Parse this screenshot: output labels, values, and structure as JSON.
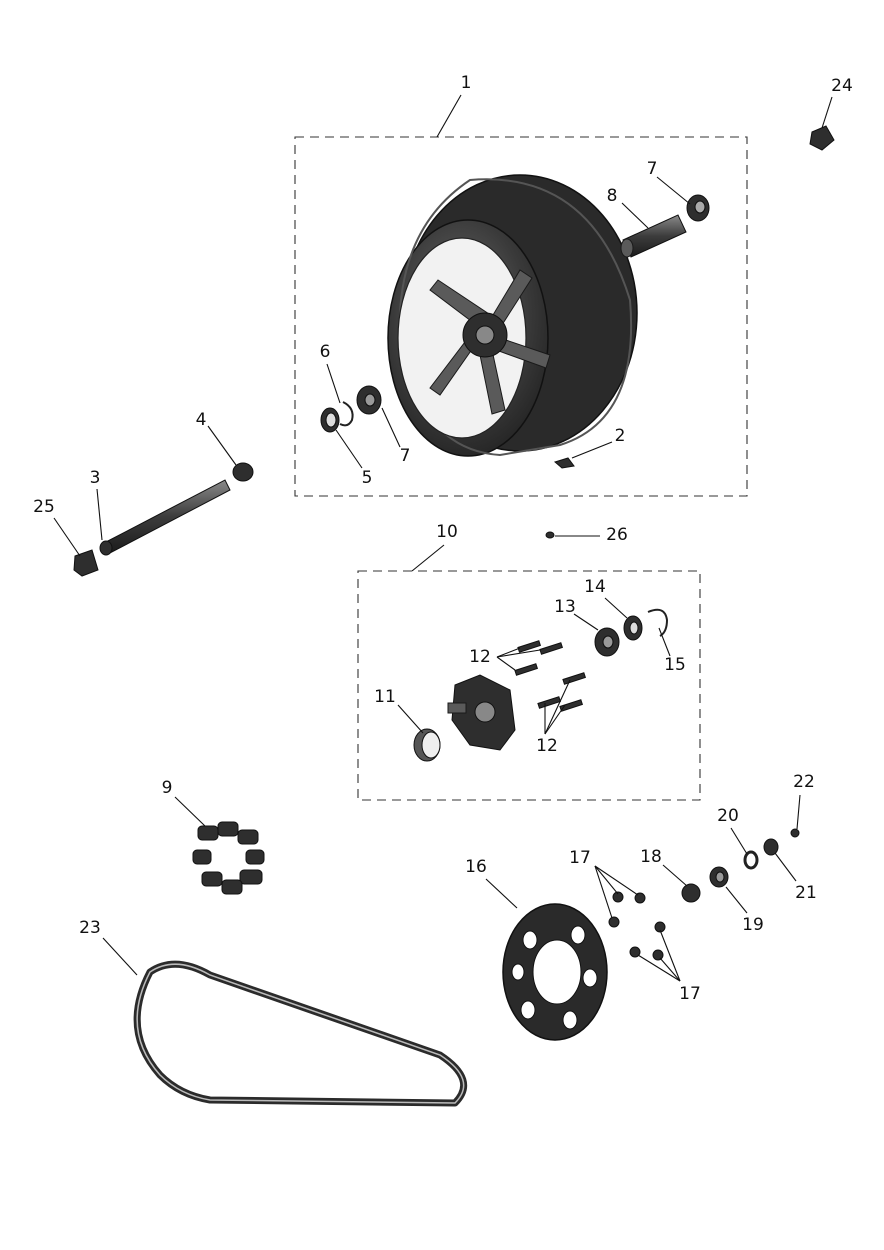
{
  "callouts": {
    "c1": "1",
    "c2": "2",
    "c3": "3",
    "c4": "4",
    "c5": "5",
    "c6": "6",
    "c7a": "7",
    "c7b": "7",
    "c8": "8",
    "c9": "9",
    "c10": "10",
    "c11": "11",
    "c12a": "12",
    "c12b": "12",
    "c13": "13",
    "c14": "14",
    "c15": "15",
    "c16": "16",
    "c17a": "17",
    "c17b": "17",
    "c18": "18",
    "c19": "19",
    "c20": "20",
    "c21": "21",
    "c22": "22",
    "c23": "23",
    "c24": "24",
    "c25": "25",
    "c26": "26"
  }
}
